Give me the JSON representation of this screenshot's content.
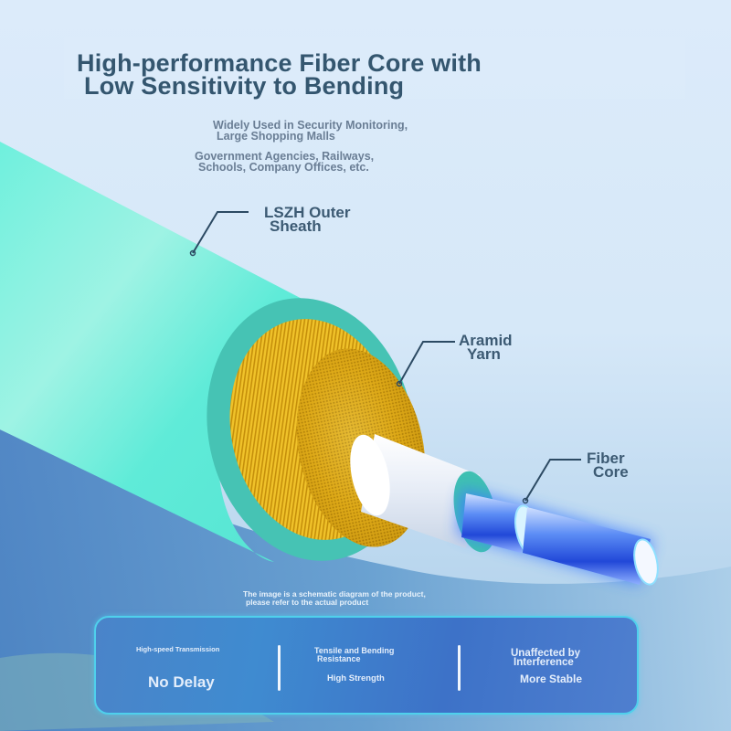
{
  "header": {
    "title_line_1": "High-performance Fiber Core with",
    "title_line_2": "Low Sensitivity to Bending"
  },
  "usage": {
    "line_1": "Widely Used in Security Monitoring,",
    "line_2": "Large Shopping Malls",
    "line_3": "Government Agencies, Railways,",
    "line_4": "Schools, Company Offices, etc."
  },
  "callouts": [
    {
      "line_1": "LSZH Outer",
      "line_2": "Sheath"
    },
    {
      "line_1": "Aramid",
      "line_2": "Yarn"
    },
    {
      "line_1": "Fiber",
      "line_2": "Core"
    }
  ],
  "disclaimer": {
    "line_1": "The image is a schematic diagram of the product,",
    "line_2": "please refer to the actual product"
  },
  "features": [
    {
      "caption": "High-speed Transmission",
      "value": "No Delay"
    },
    {
      "caption_1": "Tensile and Bending",
      "caption_2": "Resistance",
      "value": "High Strength"
    },
    {
      "caption_1": "Unaffected by",
      "caption_2": "Interference",
      "value": "More Stable"
    }
  ],
  "colors": {
    "title": "#34566f",
    "sheath": "#5eeedb",
    "sheath_edge": "#46bfb0",
    "aramid": "#e8b21a",
    "buffer": "#f1f4fa",
    "core": "#2f5fe0",
    "panel": "#3f7fcc",
    "panel_border": "#4fd0ec"
  }
}
